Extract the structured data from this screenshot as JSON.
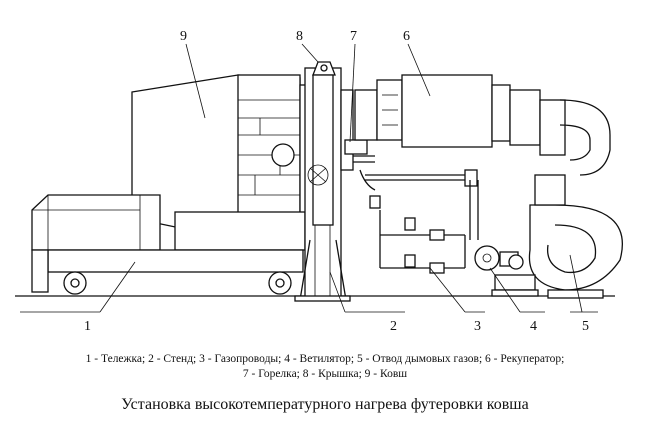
{
  "diagram": {
    "callouts": [
      {
        "num": "1",
        "text": "Тележка"
      },
      {
        "num": "2",
        "text": "Стенд"
      },
      {
        "num": "3",
        "text": "Газопроводы"
      },
      {
        "num": "4",
        "text": "Ветилятор"
      },
      {
        "num": "5",
        "text": "Отвод дымовых газов"
      },
      {
        "num": "6",
        "text": "Рекуператор"
      },
      {
        "num": "7",
        "text": "Горелка"
      },
      {
        "num": "8",
        "text": "Крышка"
      },
      {
        "num": "9",
        "text": "Ковш"
      }
    ],
    "legend_line1": "1 - Тележка; 2 - Стенд; 3 - Газопроводы; 4 - Ветилятор; 5 - Отвод дымовых газов; 6 - Рекуператор;",
    "legend_line2": "7 - Горелка; 8 - Крышка; 9 - Ковш",
    "caption": "Установка высокотемпературного нагрева футеровки ковша"
  }
}
